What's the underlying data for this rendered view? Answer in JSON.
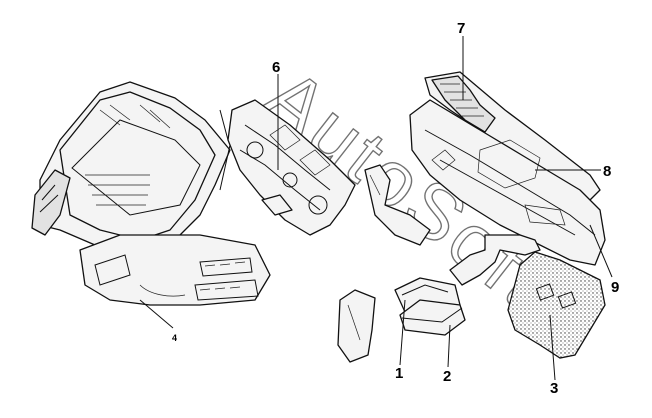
{
  "diagram": {
    "callouts": [
      {
        "id": "1",
        "label": "1"
      },
      {
        "id": "2",
        "label": "2"
      },
      {
        "id": "3",
        "label": "3"
      },
      {
        "id": "4",
        "label": "4"
      },
      {
        "id": "6",
        "label": "6"
      },
      {
        "id": "7",
        "label": "7"
      },
      {
        "id": "8",
        "label": "8"
      },
      {
        "id": "9",
        "label": "9"
      }
    ],
    "watermark": "AutoSoft"
  }
}
